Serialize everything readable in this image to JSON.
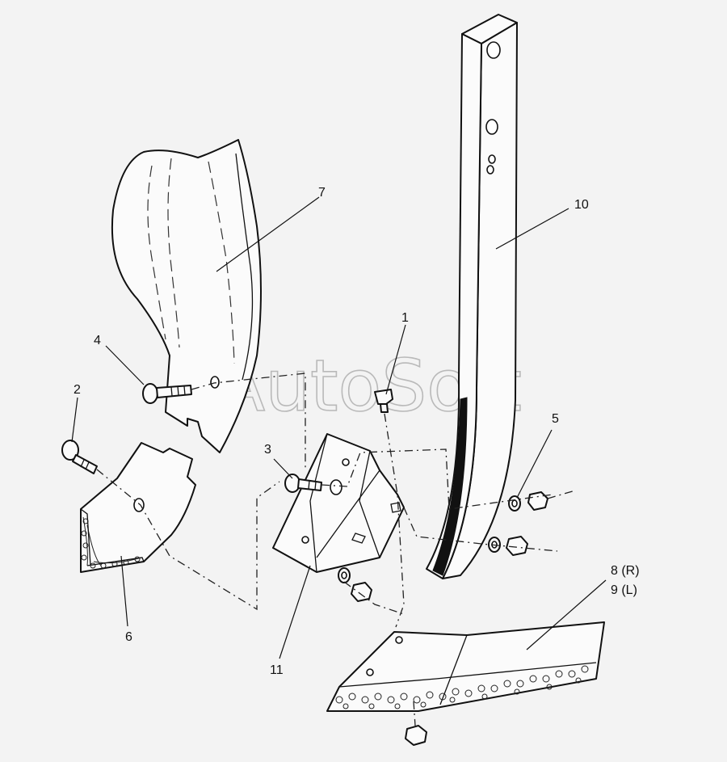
{
  "watermark": "AutoSoft",
  "callouts": {
    "c1": "1",
    "c2": "2",
    "c3": "3",
    "c4": "4",
    "c5": "5",
    "c6": "6",
    "c7": "7",
    "c8": "8 (R)",
    "c9": "9 (L)",
    "c10": "10",
    "c11": "11"
  }
}
